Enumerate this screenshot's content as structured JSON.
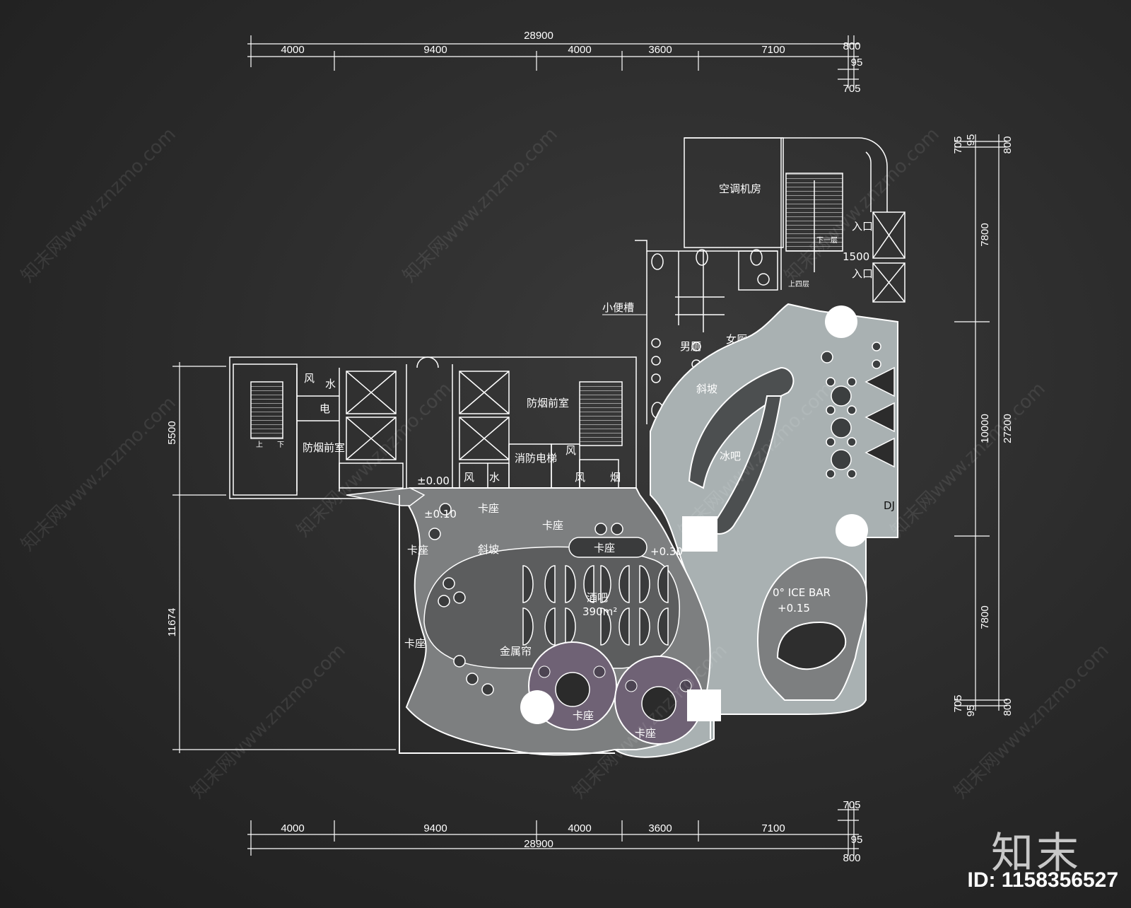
{
  "dimensions": {
    "top_total": "28900",
    "top_segments": [
      "4000",
      "9400",
      "4000",
      "3600",
      "7100"
    ],
    "top_right": [
      "800",
      "95",
      "705"
    ],
    "bottom_total": "28900",
    "bottom_segments": [
      "4000",
      "9400",
      "4000",
      "3600",
      "7100"
    ],
    "bottom_right": [
      "705",
      "95",
      "800"
    ],
    "left": [
      "5500",
      "11674"
    ],
    "right_segments": [
      "705",
      "95",
      "800",
      "7800",
      "10000",
      "7800",
      "705",
      "95",
      "800"
    ],
    "right_total": "27200"
  },
  "rooms": {
    "ac_room": "空调机房",
    "entrance_1": "入口",
    "entrance_2": "入口",
    "width_1500": "1500",
    "down_one": "下一层",
    "up_four": "上四层",
    "urinal": "小便槽",
    "mens": "男厕",
    "womens": "女厕",
    "ramp_upper": "斜坡",
    "ice_bar_cn": "冰吧",
    "smoke_lobby_left": "防烟前室",
    "smoke_lobby_right": "防烟前室",
    "fire_lift": "消防电梯",
    "wind_1": "风",
    "water_1": "水",
    "elec_1": "电",
    "wind_2": "风",
    "water_2": "水",
    "wind_3": "风",
    "wind_4": "风",
    "smoke": "烟",
    "up": "上",
    "down": "下",
    "level_000": "±0.00",
    "level_010": "±0.10",
    "level_030": "+0.30",
    "level_015": "+0.15",
    "booth_1": "卡座",
    "booth_2": "卡座",
    "booth_3": "卡座",
    "booth_4": "卡座",
    "booth_5": "卡座",
    "booth_6": "卡座",
    "booth_7": "卡座",
    "ramp_lower": "斜坡",
    "bar_name": "酒吧",
    "bar_area": "390m²",
    "metal_curtain": "金属帘",
    "ice_bar_en": "0° ICE  BAR",
    "dj": "DJ"
  },
  "watermark": "知末网www.znzmo.com",
  "brand": "知末",
  "asset_id": "ID: 1158356527",
  "colors": {
    "background": "#2a2a2a",
    "line": "#ffffff",
    "floor_gray": "#7d7f80",
    "floor_light": "#a9b1b2",
    "booth_purple": "#6f6275"
  }
}
